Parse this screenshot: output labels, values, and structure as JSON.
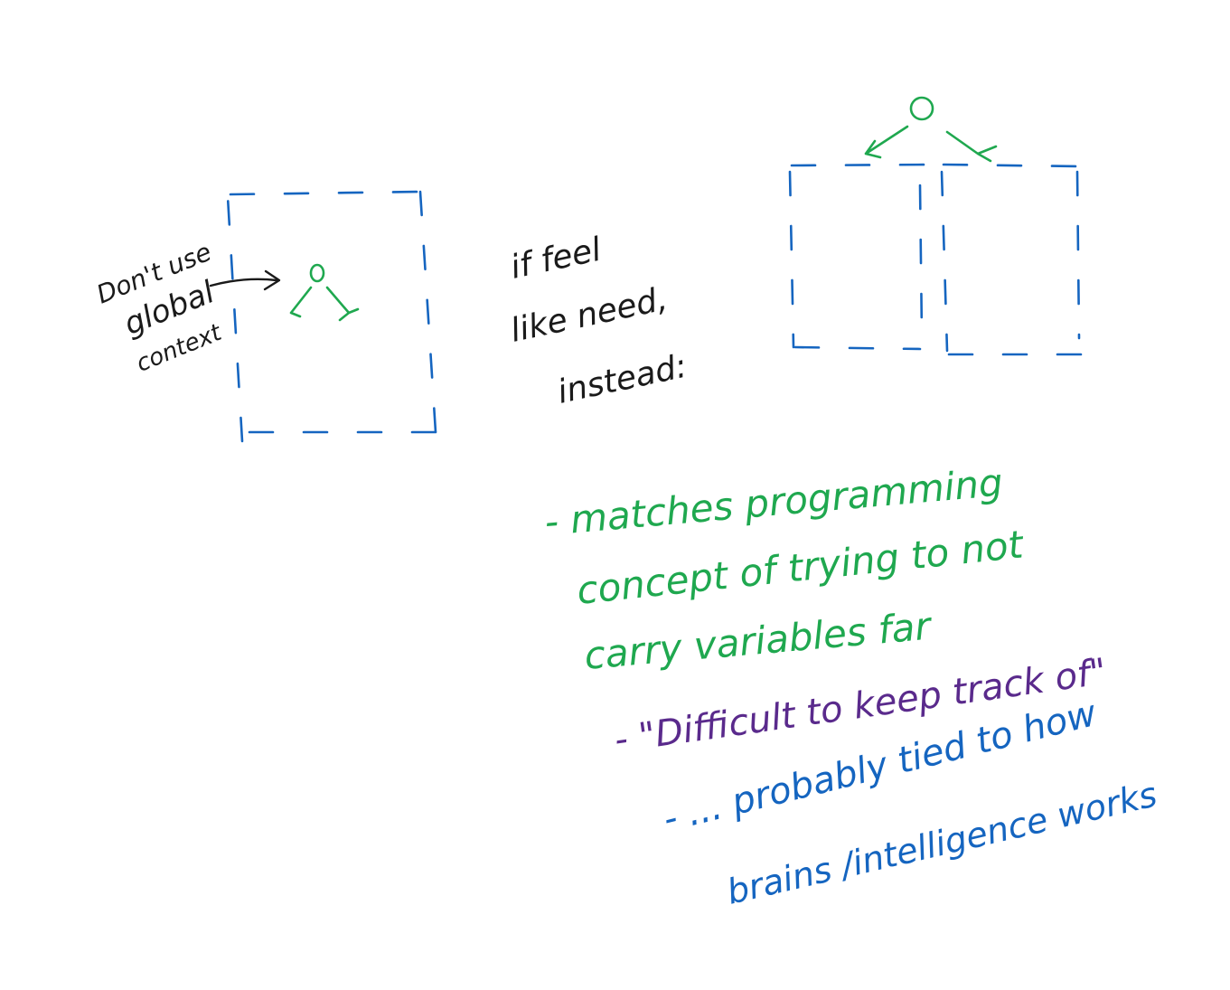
{
  "left_note": {
    "lines": [
      "Don't use",
      "global",
      "context"
    ]
  },
  "middle_note": {
    "lines": [
      "if feel",
      "like need,",
      "instead:"
    ]
  },
  "bullets": {
    "b1": [
      "- matches programming",
      "concept of trying to not",
      "carry variables far"
    ],
    "b2": "- \"Difficult to keep track of\"",
    "b3": [
      "- ... probably tied to how",
      "brains /intelligence works"
    ]
  },
  "colors": {
    "black": "#1a1a1a",
    "green": "#1fa84f",
    "purple": "#5a2a8c",
    "blue": "#1565c0"
  }
}
